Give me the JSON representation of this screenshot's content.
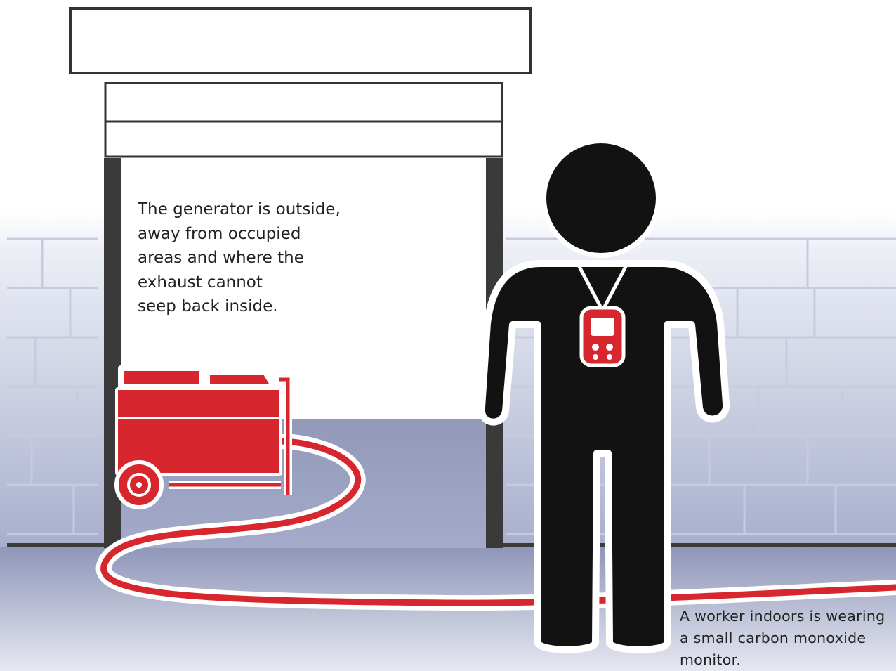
{
  "callouts": {
    "generator": {
      "lines": [
        "The generator is outside,",
        "away from occupied",
        "areas and where the",
        "exhaust cannot",
        "seep back inside."
      ]
    },
    "worker": {
      "lines": [
        "A worker indoors is wearing",
        "a small carbon monoxide",
        "monitor."
      ]
    }
  },
  "colors": {
    "accent": "#d7262e",
    "figure": "#121212",
    "wall_top": "#e9ecf4",
    "wall_bottom": "#a7aecc",
    "floor": "#9ba2c3",
    "frame": "#3a3a3a",
    "outline": "#ffffff"
  },
  "icons": [
    "generator-icon",
    "extension-cord-icon",
    "worker-icon",
    "co-monitor-icon",
    "garage-door-icon"
  ]
}
